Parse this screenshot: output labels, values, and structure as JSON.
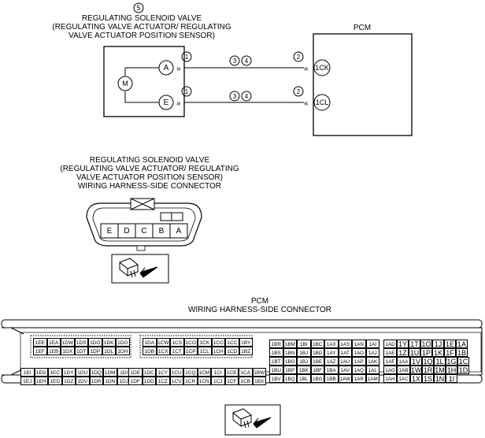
{
  "top": {
    "ref_circle": "5",
    "valve_title_lines": [
      "REGULATING SOLENOID VALVE",
      "(REGULATING VALVE ACTUATOR/ REGULATING",
      "VALVE ACTUATOR POSITION SENSOR)"
    ],
    "pcm_label": "PCM",
    "motor_label": "M",
    "terminal_a": "A",
    "terminal_e": "E",
    "pcm_pin_top": "1CK",
    "pcm_pin_bottom": "1CL",
    "wire_labels": {
      "one": "1",
      "two": "2",
      "three": "3",
      "four": "4"
    }
  },
  "middle": {
    "connector_title_lines": [
      "REGULATING SOLENOID VALVE",
      "(REGULATING VALVE ACTUATOR/ REGULATING",
      "VALVE ACTUATOR POSITION SENSOR)",
      "WIRING HARNESS-SIDE CONNECTOR"
    ],
    "pins": [
      "E",
      "D",
      "C",
      "B",
      "A"
    ]
  },
  "bottom": {
    "title_lines": [
      "PCM",
      "WIRING HARNESS-SIDE CONNECTOR"
    ],
    "block1": {
      "top": [
        [
          "1EE",
          "1EA",
          "1DW",
          "1DS",
          "1DO",
          "1DK",
          "1DG"
        ],
        [
          "1EF",
          "1EB",
          "1DX",
          "1DT",
          "1DP",
          "1DL",
          "1DH"
        ]
      ],
      "bottom": [
        [
          "1EI",
          "1EG",
          "1EC",
          "1DY",
          "1DU",
          "1DQ",
          "1DM",
          "1DI"
        ],
        [
          "1EJ",
          "1EH",
          "1ED",
          "1DZ",
          "1DV",
          "1DR",
          "1DN",
          "1DJ"
        ]
      ]
    },
    "block2": {
      "top": [
        [
          "1DA",
          "1CW",
          "1CS",
          "1CO",
          "1CK",
          "1CG",
          "1CC",
          "1BY"
        ],
        [
          "1DB",
          "1CX",
          "1CT",
          "1CP",
          "1CL",
          "1CH",
          "1CD",
          "1BZ"
        ]
      ],
      "bottom": [
        [
          "1DE",
          "1DC",
          "1CY",
          "1CU",
          "1CQ",
          "1CM",
          "1CI",
          "1CE",
          "1CA",
          "1BW"
        ],
        [
          "1DF",
          "1DD",
          "1CZ",
          "1CV",
          "1CR",
          "1CN",
          "1CJ",
          "1CF",
          "1CB",
          "1BX"
        ]
      ]
    },
    "block3": [
      [
        "1BR",
        "1BM",
        "1BI",
        "1BC",
        "1AX",
        "1AS",
        "1AN",
        "1AI"
      ],
      [
        "1BS",
        "1BN",
        "1BJ",
        "1BD",
        "1AY",
        "1AT",
        "1AO",
        "1AJ"
      ],
      [
        "1BT",
        "1BO",
        "1BJ",
        "1BE",
        "1AZ",
        "1AU",
        "1AP",
        "1AK"
      ],
      [
        "1BU",
        "1BP",
        "1BK",
        "1BF",
        "1BA",
        "1AV",
        "1AQ",
        "1AL"
      ],
      [
        "1BV",
        "1BQ",
        "1BL",
        "1BG",
        "1BB",
        "1AW",
        "1AR",
        "1AM"
      ]
    ],
    "block4_small": [
      "1AD",
      "1AE",
      "1AF",
      "1AG",
      "1AH"
    ],
    "block4_small2": [
      "",
      "",
      "1AA",
      "1AB",
      "1AC"
    ],
    "block4_large": [
      [
        "1Y",
        "1T",
        "1O",
        "1J",
        "1E",
        "1A"
      ],
      [
        "1Z",
        "1U",
        "1P",
        "1K",
        "1F",
        "1B"
      ],
      [
        "1V",
        "1Q",
        "1L",
        "1G",
        "1C"
      ],
      [
        "1W",
        "1R",
        "1M",
        "1H",
        "1D"
      ],
      [
        "1X",
        "1S",
        "1N",
        "1I"
      ]
    ]
  }
}
